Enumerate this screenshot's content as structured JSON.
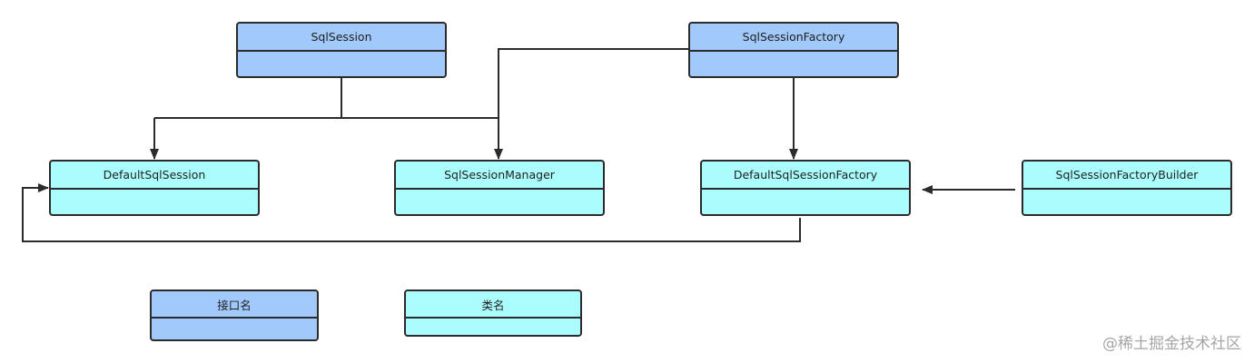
{
  "nodes": {
    "sql_session": "SqlSession",
    "sql_session_factory": "SqlSessionFactory",
    "default_sql_session": "DefaultSqlSession",
    "sql_session_manager": "SqlSessionManager",
    "default_sql_session_factory": "DefaultSqlSessionFactory",
    "sql_session_factory_builder": "SqlSessionFactoryBuilder"
  },
  "legend": {
    "interface_label": "接口名",
    "class_label": "类名"
  },
  "colors": {
    "interface_fill": "#a2c9fb",
    "class_fill": "#aafdfc",
    "stroke": "#2b2b2b"
  },
  "watermark": "@稀土掘金技术社区"
}
